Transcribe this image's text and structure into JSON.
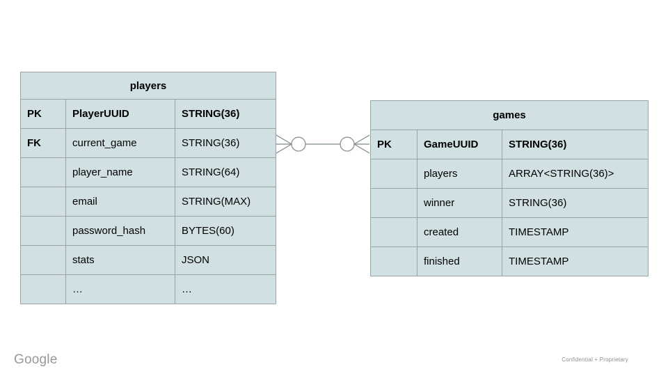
{
  "slide": {
    "background_color": "#ffffff"
  },
  "colors": {
    "cell_fill": "#d0e0e3",
    "table_border": "#9ba4a4",
    "connector": "#7f8a8a",
    "text": "#000000",
    "footer_gray": "#8f8f8f"
  },
  "diagram": {
    "tables": [
      {
        "id": "players",
        "title": "players",
        "rows": [
          {
            "key": "PK",
            "field": "PlayerUUID",
            "type": "STRING(36)"
          },
          {
            "key": "FK",
            "field": "current_game",
            "type": "STRING(36)"
          },
          {
            "key": "",
            "field": "player_name",
            "type": "STRING(64)"
          },
          {
            "key": "",
            "field": "email",
            "type": "STRING(MAX)"
          },
          {
            "key": "",
            "field": "password_hash",
            "type": "BYTES(60)"
          },
          {
            "key": "",
            "field": "stats",
            "type": "JSON"
          },
          {
            "key": "",
            "field": "…",
            "type": "…"
          }
        ]
      },
      {
        "id": "games",
        "title": "games",
        "rows": [
          {
            "key": "PK",
            "field": "GameUUID",
            "type": "STRING(36)"
          },
          {
            "key": "",
            "field": "players",
            "type": "ARRAY<STRING(36)>"
          },
          {
            "key": "",
            "field": "winner",
            "type": "STRING(36)"
          },
          {
            "key": "",
            "field": "created",
            "type": "TIMESTAMP"
          },
          {
            "key": "",
            "field": "finished",
            "type": "TIMESTAMP"
          }
        ]
      }
    ],
    "relationship": {
      "from_table": "players",
      "from_row": "current_game",
      "to_table": "games",
      "to_row": "GameUUID",
      "cardinality": "zero-or-many to zero-or-many"
    }
  },
  "footer": {
    "brand": "Google",
    "note": "Confidential + Proprietary"
  }
}
